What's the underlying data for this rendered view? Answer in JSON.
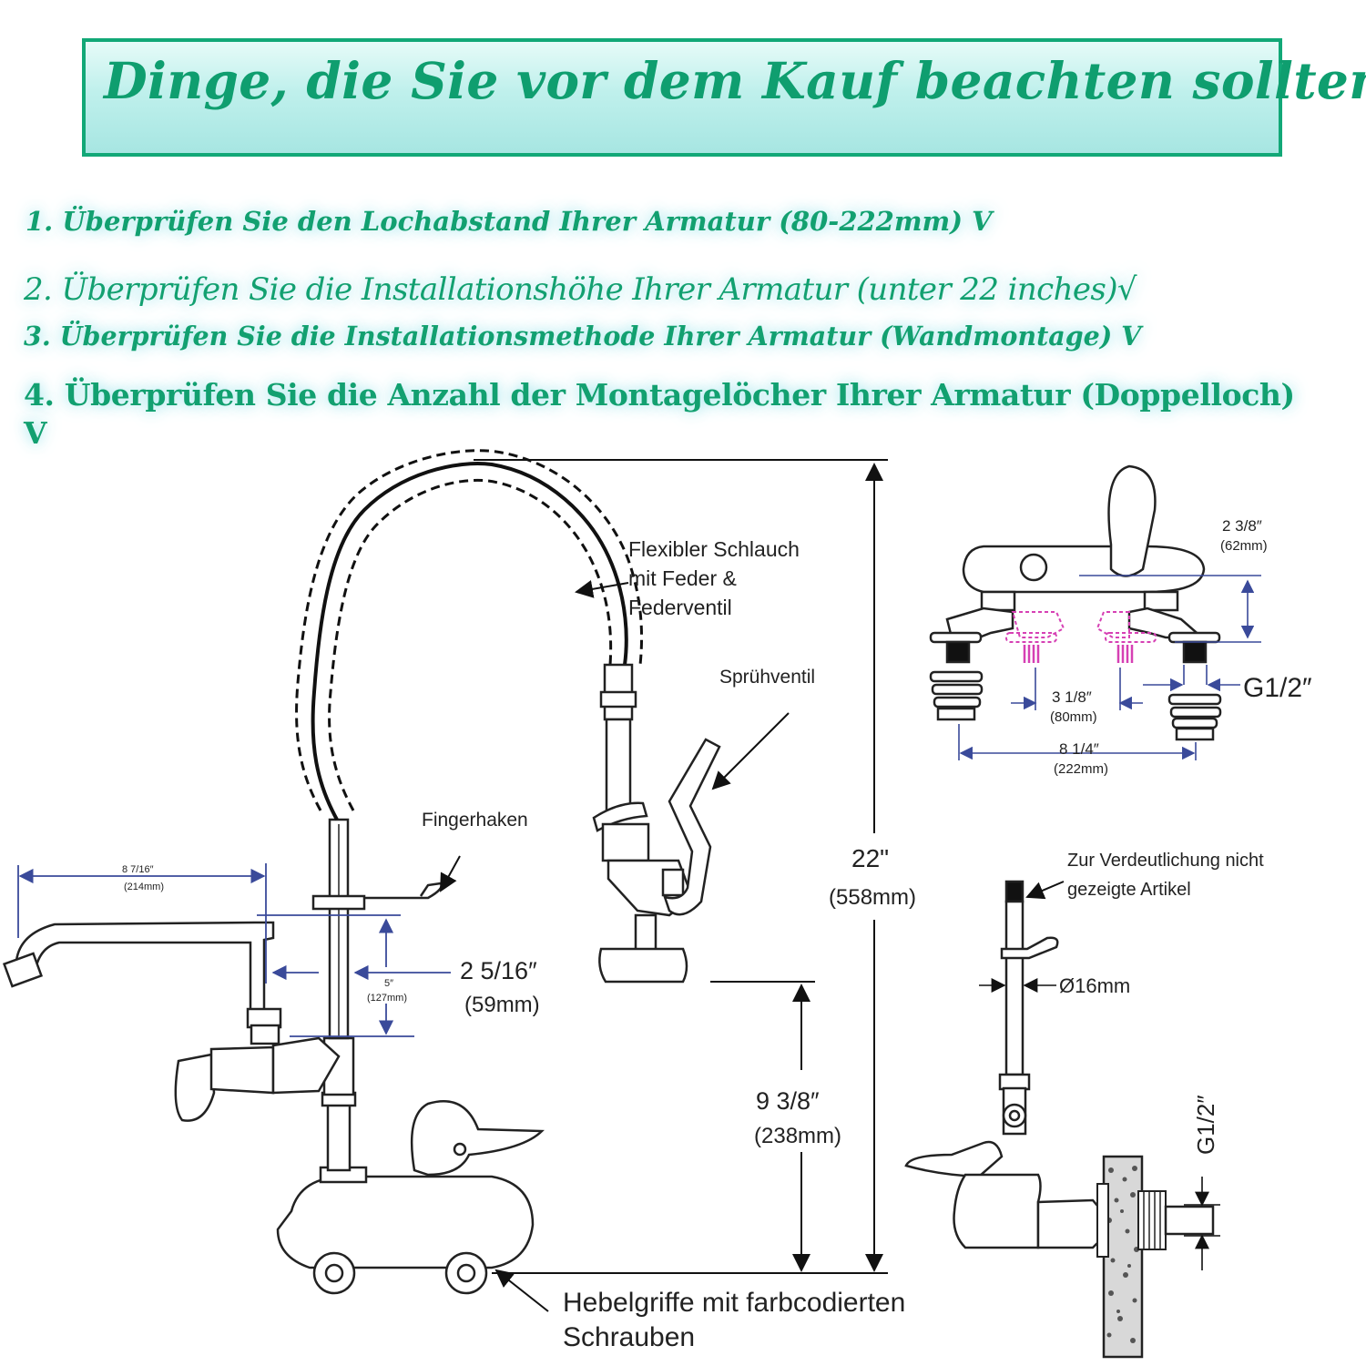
{
  "title": "Dinge, die Sie vor dem Kauf beachten sollten:",
  "checks": [
    "1. Überprüfen Sie den Lochabstand Ihrer Armatur (80-222mm) V",
    "2. Überprüfen Sie die Installationshöhe Ihrer Armatur  (unter 22 inches)√",
    "3. Überprüfen Sie die Installationsmethode Ihrer Armatur (Wandmontage) V",
    "4. Überprüfen Sie die Anzahl der Montagelöcher Ihrer Armatur (Doppelloch)",
    "V"
  ],
  "callouts": {
    "hose": [
      "Flexibler Schlauch",
      "mit Feder &",
      "Federventil"
    ],
    "spray_valve": "Sprühventil",
    "finger_hook": "Fingerhaken",
    "not_shown": [
      "Zur Verdeutlichung nicht",
      "gezeigte Artikel"
    ],
    "lever": [
      "Hebelgriffe mit farbcodierten",
      "Schrauben"
    ]
  },
  "dimensions": {
    "height_in": "22\"",
    "height_mm": "(558mm)",
    "spout_reach_in": "8 7/16″",
    "spout_reach_mm": "(214mm)",
    "hook_offset_in": "5″",
    "hook_offset_mm": "(127mm)",
    "spout_offset_in": "2 5/16″",
    "spout_offset_mm": "(59mm)",
    "spray_height_in": "9 3/8″",
    "spray_height_mm": "(238mm)",
    "body_height_in": "2 3/8″",
    "body_height_mm": "(62mm)",
    "inlet_spacing_min_in": "3 1/8″",
    "inlet_spacing_min_mm": "(80mm)",
    "inlet_spacing_max_in": "8 1/4″",
    "inlet_spacing_max_mm": "(222mm)",
    "thread_top": "G1/2″",
    "thread_side": "G1/2″",
    "riser_diameter": "Ø16mm"
  },
  "colors": {
    "title": "#0f9e6f",
    "accent": "#12a877",
    "dim_line": "#3a4a9a",
    "highlight": "#d640b4"
  }
}
